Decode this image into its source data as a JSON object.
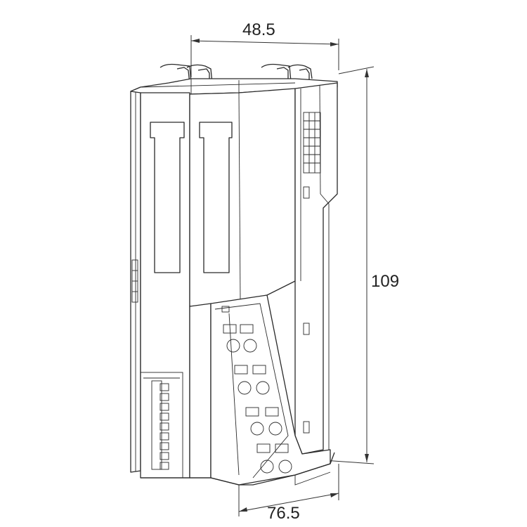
{
  "dimensions": {
    "width_top": "48.5",
    "height": "109",
    "depth": "76.5"
  },
  "colors": {
    "line": "#2a2a2a",
    "background": "#ffffff"
  }
}
